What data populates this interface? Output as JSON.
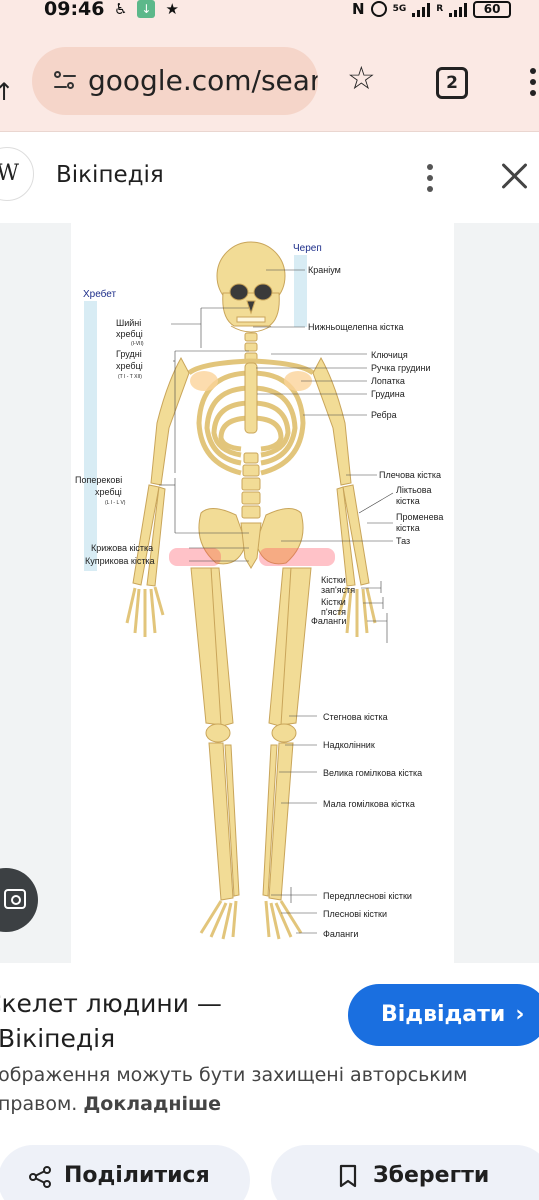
{
  "status_bar": {
    "time": "09:46",
    "network": "5G",
    "network_sub": "R",
    "battery": "60"
  },
  "browser": {
    "url": "google.com/search",
    "tab_count": "2"
  },
  "source": {
    "name": "Вікіпедія",
    "logo_letter": "W"
  },
  "figure": {
    "labels": {
      "skull_group": "Череп",
      "spine_group": "Хребет",
      "cranium": "Краніум",
      "mandible": "Нижньощелепна кістка",
      "cervical_1": "Шийні",
      "cervical_2": "хребці",
      "cervical_3": "(I-VII)",
      "thoracic_1": "Грудні",
      "thoracic_2": "хребці",
      "thoracic_3": "(T I - T XII)",
      "clavicle": "Ключиця",
      "manubrium": "Ручка грудини",
      "scapula": "Лопатка",
      "sternum": "Грудина",
      "ribs": "Ребра",
      "lumbar_1": "Поперекові",
      "lumbar_2": "хребці",
      "lumbar_3": "(L I - L V)",
      "humerus": "Плечова кістка",
      "ulna_1": "Ліктьова",
      "ulna_2": "кістка",
      "radius_1": "Променева",
      "radius_2": "кістка",
      "pelvis": "Таз",
      "sacrum": "Крижова кістка",
      "coccyx": "Куприкова кістка",
      "carpals_1": "Кістки",
      "carpals_2": "зап'ястя",
      "metacarpals_1": "Кістки",
      "metacarpals_2": "п'ястя",
      "phalanges_hand": "Фаланги",
      "femur": "Стегнова кістка",
      "patella": "Надколінник",
      "tibia": "Велика гомілкова кістка",
      "fibula": "Мала гомілкова кістка",
      "tarsals": "Передплеснові кістки",
      "metatarsals": "Плеснові кістки",
      "phalanges_foot": "Фаланги"
    }
  },
  "result": {
    "title": "Скелет людини — Вікіпедія",
    "visit_label": "Відвідати",
    "copyright_text": "Зображення можуть бути захищені авторським правом.",
    "learn_more": "Докладніше"
  },
  "actions": {
    "share_label": "Поділитися",
    "save_label": "Зберегти"
  },
  "colors": {
    "bone": "#f2dc96",
    "bone_shade": "#d9b96a",
    "visit_button": "#1a6fe0",
    "browser_bar": "#fbe9e4",
    "highlight": "#ff5060"
  }
}
